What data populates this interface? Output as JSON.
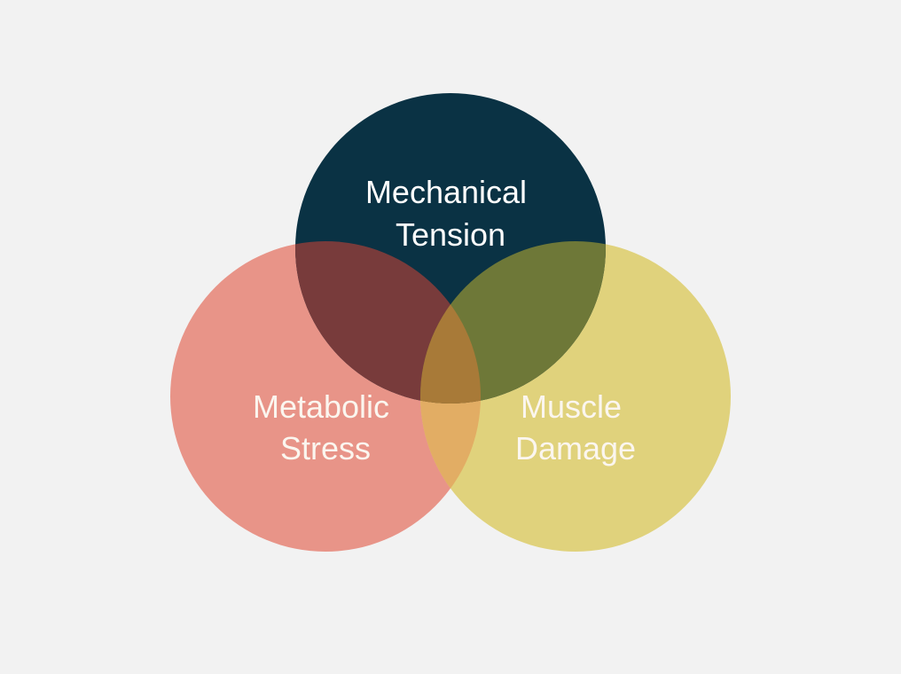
{
  "diagram": {
    "type": "venn",
    "circles": [
      {
        "id": "mechanical-tension",
        "label_lines": [
          "Mechanical",
          "Tension"
        ],
        "color": "#0a3244"
      },
      {
        "id": "metabolic-stress",
        "label_lines": [
          "Metabolic",
          "Stress"
        ],
        "color": "#e89488"
      },
      {
        "id": "muscle-damage",
        "label_lines": [
          "Muscle",
          "Damage"
        ],
        "color": "#e0d27c"
      }
    ],
    "overlap_colors": {
      "tension_metabolic": "#783b3b",
      "tension_damage": "#6e7838",
      "metabolic_damage": "#e2ad64",
      "center": "#a87a38"
    }
  }
}
